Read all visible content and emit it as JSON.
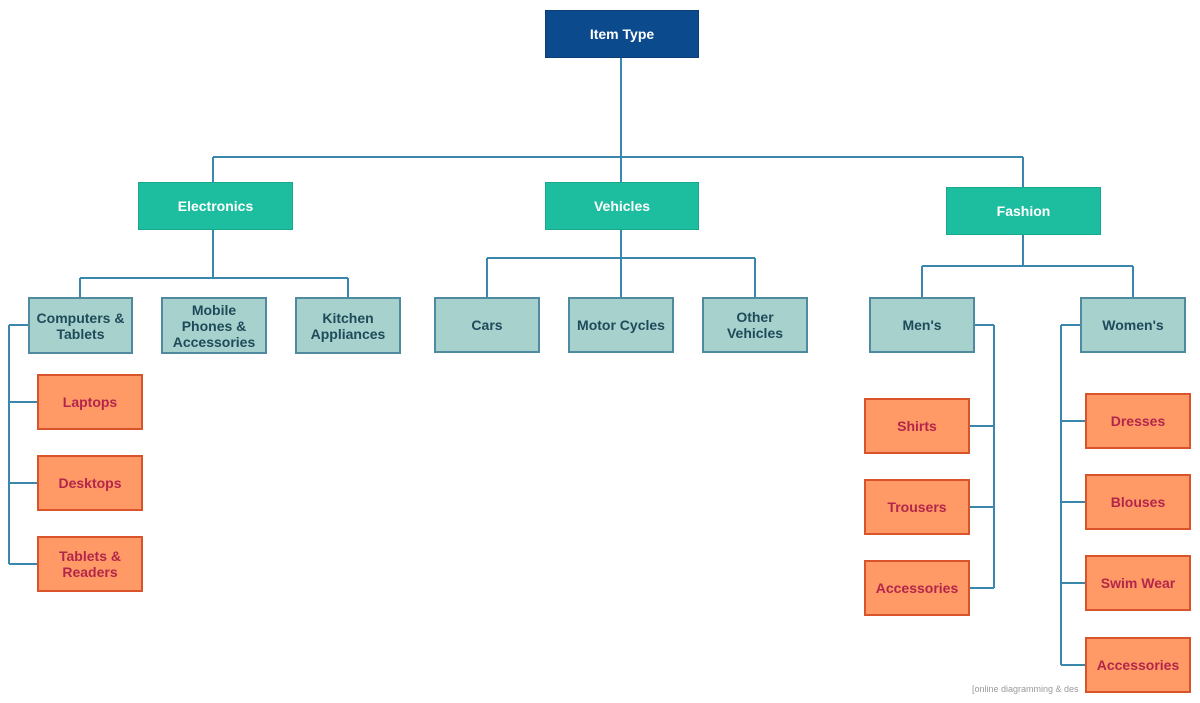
{
  "diagram": {
    "root": {
      "label": "Item Type"
    },
    "categories": [
      {
        "label": "Electronics",
        "children": [
          {
            "label": "Computers & Tablets",
            "children": [
              "Laptops",
              "Desktops",
              "Tablets & Readers"
            ]
          },
          {
            "label": "Mobile Phones & Accessories",
            "children": []
          },
          {
            "label": "Kitchen Appliances",
            "children": []
          }
        ]
      },
      {
        "label": "Vehicles",
        "children": [
          {
            "label": "Cars",
            "children": []
          },
          {
            "label": "Motor Cycles",
            "children": []
          },
          {
            "label": "Other Vehicles",
            "children": []
          }
        ]
      },
      {
        "label": "Fashion",
        "children": [
          {
            "label": "Men's",
            "children": [
              "Shirts",
              "Trousers",
              "Accessories"
            ]
          },
          {
            "label": "Women's",
            "children": [
              "Dresses",
              "Blouses",
              "Swim Wear",
              "Accessories"
            ]
          }
        ]
      }
    ]
  },
  "watermark": "[online diagramming & des",
  "colors": {
    "root_fill": "#0b4a8c",
    "category_fill": "#1dbd9f",
    "sub_fill": "#a6d1cc",
    "leaf_fill": "#ff9966",
    "leaf_text": "#b3264a",
    "connector": "#3a86ad"
  }
}
